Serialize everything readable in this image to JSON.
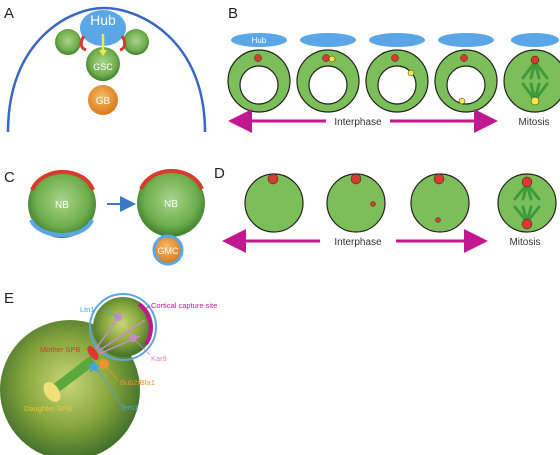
{
  "panels": {
    "a": {
      "label": "A",
      "hub": "Hub",
      "gsc": "GSC",
      "gb": "GB"
    },
    "b": {
      "label": "B",
      "hub_tag": "Hub",
      "interphase": "Interphase",
      "mitosis": "Mitosis"
    },
    "c": {
      "label": "C",
      "nb_left": "NB",
      "nb_right": "NB",
      "gmc": "GMC"
    },
    "d": {
      "label": "D",
      "interphase": "Interphase",
      "mitosis": "Mitosis"
    },
    "e": {
      "label": "E",
      "ltn": "Ltn1",
      "cortical_capture_site": "Cortical capture site",
      "mother_spb": "Mother SPB",
      "kar9": "Kar9",
      "bub2_bfa1": "Bub2/Bfa1",
      "daughter_spb": "Daughter SPB",
      "tem1": "Tem1"
    }
  },
  "colors": {
    "cell_green": "#7cbf5a",
    "dark_green": "#3f7f2f",
    "hub_blue": "#5aa6e6",
    "orange": "#f0932c",
    "red": "#d83a2e",
    "yellow": "#f3ea4a",
    "magenta": "#c2188f",
    "kar9_pink": "#c98bc6",
    "tem1_blue": "#43a7dc",
    "bub2_orange": "#f0932c",
    "daughter_yellow": "#f1e07a"
  }
}
